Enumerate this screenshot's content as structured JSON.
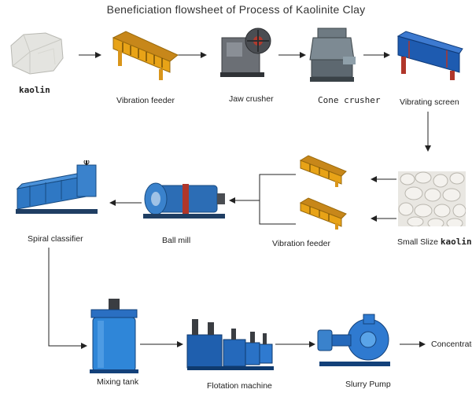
{
  "title": "Beneficiation flowsheet of Process of Kaolinite Clay",
  "nodes": {
    "kaolin": "kaolin",
    "vibration_feeder_1": "Vibration feeder",
    "jaw_crusher": "Jaw crusher",
    "cone_crusher": "Cone crusher",
    "vibrating_screen": "Vibrating screen",
    "small_slize": "Small Slize",
    "small_slize_kaolin": "kaolin",
    "vibration_feeder_2": "Vibration feeder",
    "ball_mill": "Ball mill",
    "spiral_classifier": "Spiral classifier",
    "mixing_tank": "Mixing tank",
    "flotation_machine": "Flotation machine",
    "slurry_pump": "Slurry Pump",
    "concentrate": "Concentrate"
  }
}
